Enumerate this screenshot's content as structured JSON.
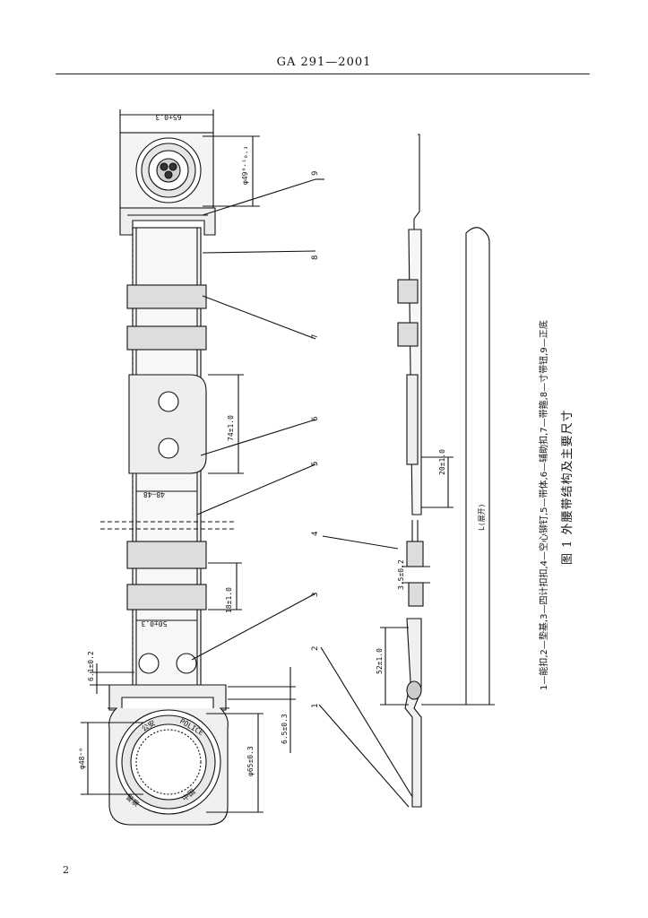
{
  "header": {
    "title": "GA 291—2001"
  },
  "page_number": "2",
  "figure": {
    "title": "图 1  外腰带结构及主要尺寸",
    "caption": "1—能扣,2—垫基,3—四计扣扣,4—空心铆钉,5—带体,6—辅助扣,7—带箍,8—寸带钮,9—正底"
  },
  "dimensions": {
    "width_65": "65±0.3",
    "diam_49": "φ49⁰·¹₀.₃",
    "d74": "74±1.0",
    "d48": "48—48",
    "d18": "18±1.0",
    "d50": "50±0.3",
    "d6_1": "6.1±0.2",
    "diam_48": "φ48⁺⁰",
    "diam_65": "φ65±0.3",
    "d6_5": "6.5±0.3",
    "d20": "20±1.0",
    "length_L": "L(展开)",
    "d3_5": "3.5±0.2",
    "d52": "52±1.0"
  },
  "part_numbers": [
    "1",
    "2",
    "3",
    "4",
    "5",
    "6",
    "7",
    "8",
    "9"
  ],
  "buckle_text": [
    "公安",
    "中国",
    "警察",
    "POLICE"
  ]
}
